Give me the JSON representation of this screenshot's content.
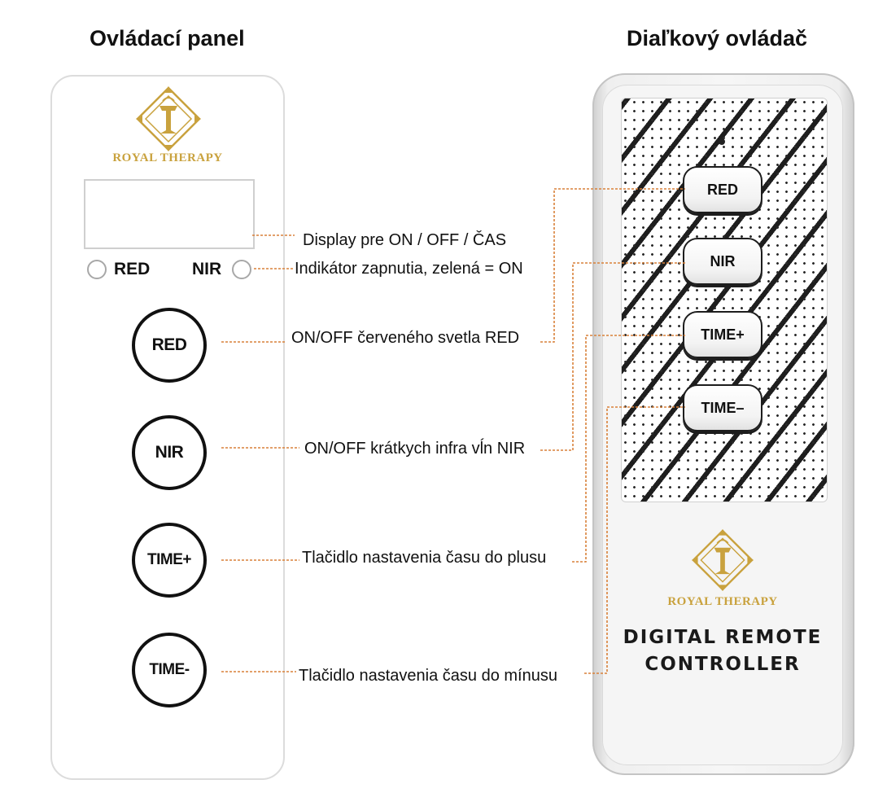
{
  "headings": {
    "panel": "Ovládací panel",
    "remote": "Diaľkový ovládač"
  },
  "panel": {
    "brand": "ROYAL THERAPY",
    "indicators": [
      "RED",
      "NIR"
    ],
    "buttons": [
      "RED",
      "NIR",
      "TIME+",
      "TIME-"
    ]
  },
  "descriptions": {
    "display": "Display pre ON / OFF / ČAS",
    "indicator": "Indikátor zapnutia, zelená = ON",
    "red": "ON/OFF červeného svetla RED",
    "nir": "ON/OFF krátkych infra vĺn NIR",
    "time_plus": "Tlačidlo nastavenia času do plusu",
    "time_minus": "Tlačidlo nastavenia času do mínusu"
  },
  "remote": {
    "buttons": [
      "RED",
      "NIR",
      "TIME+",
      "TIME–"
    ],
    "brand": "ROYAL THERAPY",
    "label_line1": "DIGITAL REMOTE",
    "label_line2": "CONTROLLER"
  },
  "colors": {
    "brand_gold": "#c9a23e",
    "leader_line": "#d9813a"
  }
}
